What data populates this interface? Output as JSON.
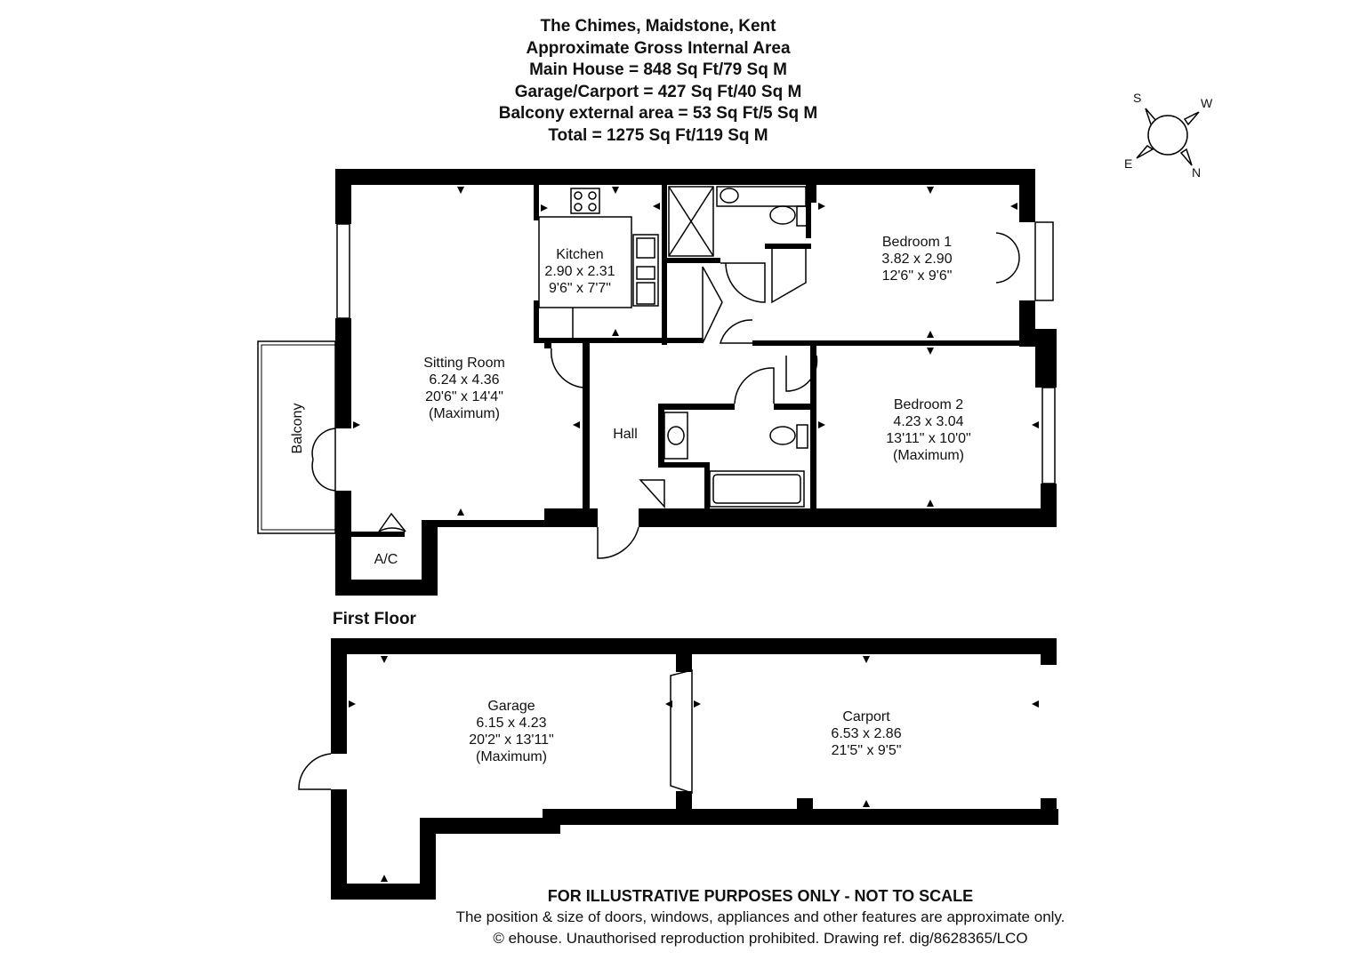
{
  "title": {
    "line1": "The Chimes, Maidstone, Kent",
    "line2": "Approximate Gross Internal Area",
    "line3": "Main House = 848 Sq Ft/79 Sq M",
    "line4": "Garage/Carport = 427 Sq Ft/40 Sq M",
    "line5": "Balcony external area = 53 Sq Ft/5 Sq M",
    "line6": "Total = 1275 Sq Ft/119 Sq M"
  },
  "compass": {
    "s": "S",
    "w": "W",
    "e": "E",
    "n": "N"
  },
  "rooms": {
    "kitchen": {
      "name": "Kitchen",
      "metric": "2.90 x 2.31",
      "imperial": "9'6\" x 7'7\""
    },
    "sitting": {
      "name": "Sitting Room",
      "metric": "6.24 x 4.36",
      "imperial": "20'6\" x 14'4\"",
      "note": "(Maximum)"
    },
    "bedroom1": {
      "name": "Bedroom 1",
      "metric": "3.82 x 2.90",
      "imperial": "12'6\" x 9'6\""
    },
    "bedroom2": {
      "name": "Bedroom 2",
      "metric": "4.23 x 3.04",
      "imperial": "13'11\" x 10'0\"",
      "note": "(Maximum)"
    },
    "hall": {
      "name": "Hall"
    },
    "balcony": {
      "name": "Balcony"
    },
    "ac": {
      "name": "A/C"
    },
    "garage": {
      "name": "Garage",
      "metric": "6.15 x 4.23",
      "imperial": "20'2\" x 13'11\"",
      "note": "(Maximum)"
    },
    "carport": {
      "name": "Carport",
      "metric": "6.53 x 2.86",
      "imperial": "21'5\" x 9'5\""
    }
  },
  "floor_label": "First Floor",
  "footer": {
    "line1": "FOR ILLUSTRATIVE PURPOSES ONLY - NOT TO SCALE",
    "line2": "The position & size of doors, windows, appliances and other features are approximate only.",
    "line3": "© ehouse. Unauthorised reproduction prohibited. Drawing ref. dig/8628365/LCO"
  },
  "colors": {
    "wall": "#000000",
    "background": "#ffffff",
    "line": "#000000"
  }
}
